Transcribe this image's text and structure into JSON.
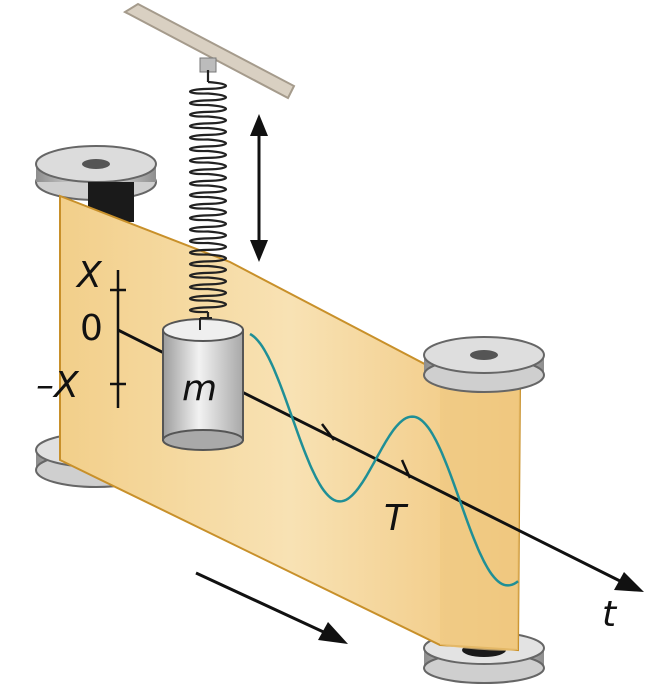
{
  "labels": {
    "amplitude_pos": "X",
    "zero": "0",
    "amplitude_neg": "–X",
    "mass": "m",
    "period": "T",
    "time_axis": "t"
  },
  "colors": {
    "paper": "#f5d9a0",
    "paper_edge": "#c8902a",
    "wave": "#1f8f96",
    "axis": "#111111",
    "ceiling": "#d9d0c2",
    "mass_body": "#d9d9d9",
    "roller": "#cfcfcf"
  },
  "icons": {
    "motion_arrow": "double-headed-vertical-arrow",
    "paper_direction": "right-down-arrow"
  }
}
